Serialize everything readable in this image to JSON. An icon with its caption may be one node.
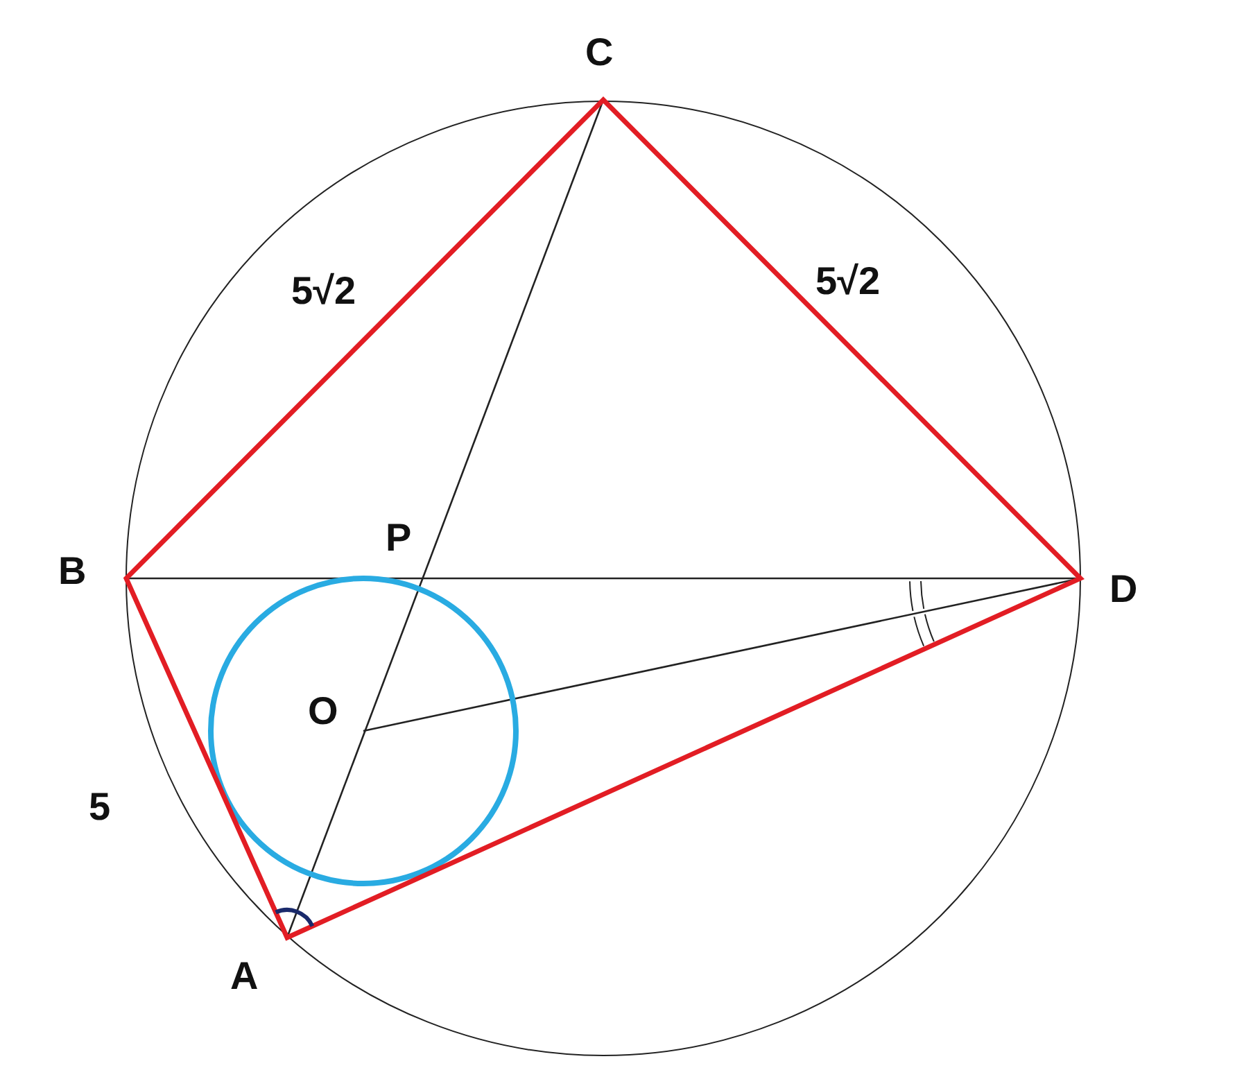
{
  "diagram": {
    "labels": [
      "C",
      "5√2",
      "5√2",
      "P",
      "B",
      "D",
      "O",
      "5",
      "A"
    ]
  }
}
